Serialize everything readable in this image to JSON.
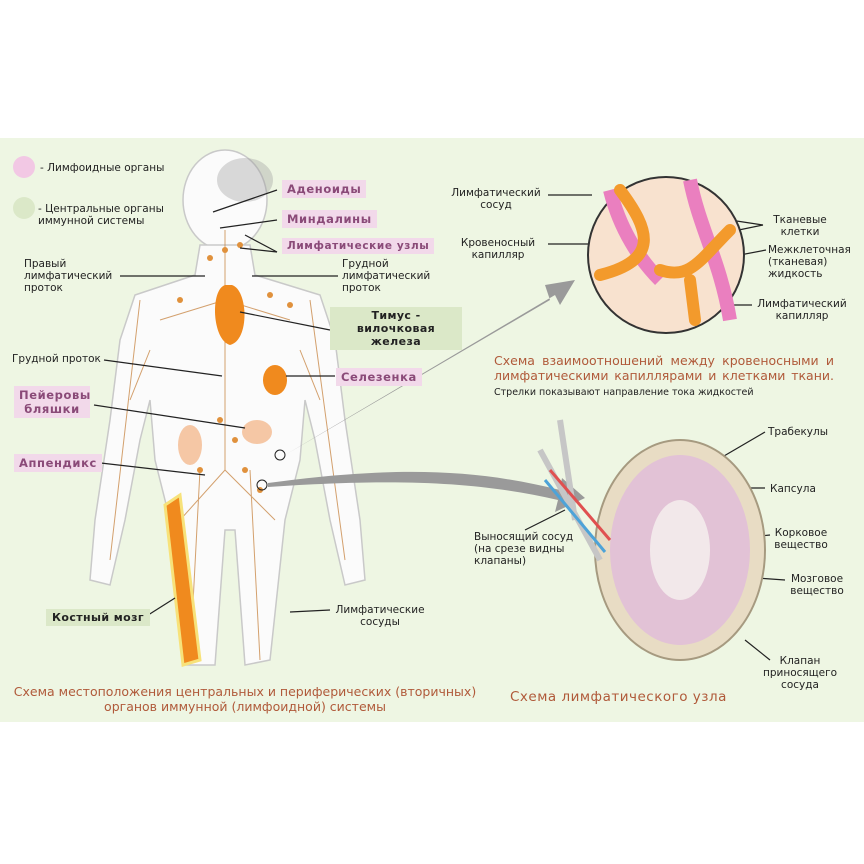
{
  "legend": {
    "lymphoid": "- Лимфоидные органы",
    "central": "- Центральные органы иммунной системы"
  },
  "body_labels": {
    "adenoids": "Аденоиды",
    "tonsils": "Миндалины",
    "lymph_nodes": "Лимфатические узлы",
    "right_duct": "Правый лимфатический проток",
    "thoracic_duct_upper": "Грудной лимфатический проток",
    "thymus": "Тимус - вилочковая железа",
    "thoracic_duct": "Грудной проток",
    "spleen": "Селезенка",
    "peyer": "Пейеровы бляшки",
    "appendix": "Аппендикс",
    "bone_marrow": "Костный мозг",
    "lymph_vessels": "Лимфатические сосуды"
  },
  "body_caption": "Схема местоположения центральных и периферических (вторичных) органов иммунной (лимфоидной) системы",
  "capillary_labels": {
    "lymph_vessel": "Лимфатический сосуд",
    "blood_capillary": "Кровеносный капилляр",
    "tissue_cells": "Тканевые клетки",
    "interstitial": "Межклеточная (тканевая) жидкость",
    "lymph_capillary": "Лимфатический капилляр"
  },
  "capillary_caption": "Схема взаимоотношений между кровеносными и лимфатическими капиллярами и клетками ткани.",
  "capillary_note": "Стрелки показывают направление тока жидкостей",
  "node_labels": {
    "trabeculae": "Трабекулы",
    "capsule": "Капсула",
    "cortex": "Корковое вещество",
    "medulla": "Мозговое вещество",
    "efferent": "Выносящий сосуд (на срезе видны клапаны)",
    "valve": "Клапан приносящего сосуда"
  },
  "node_caption": "Схема лимфатического узла",
  "colors": {
    "bg": "#eef6e3",
    "lymph": "#f08a1e",
    "pink": "#f2d9ea",
    "green": "#dbe8c8",
    "caption": "#b05a3a"
  }
}
